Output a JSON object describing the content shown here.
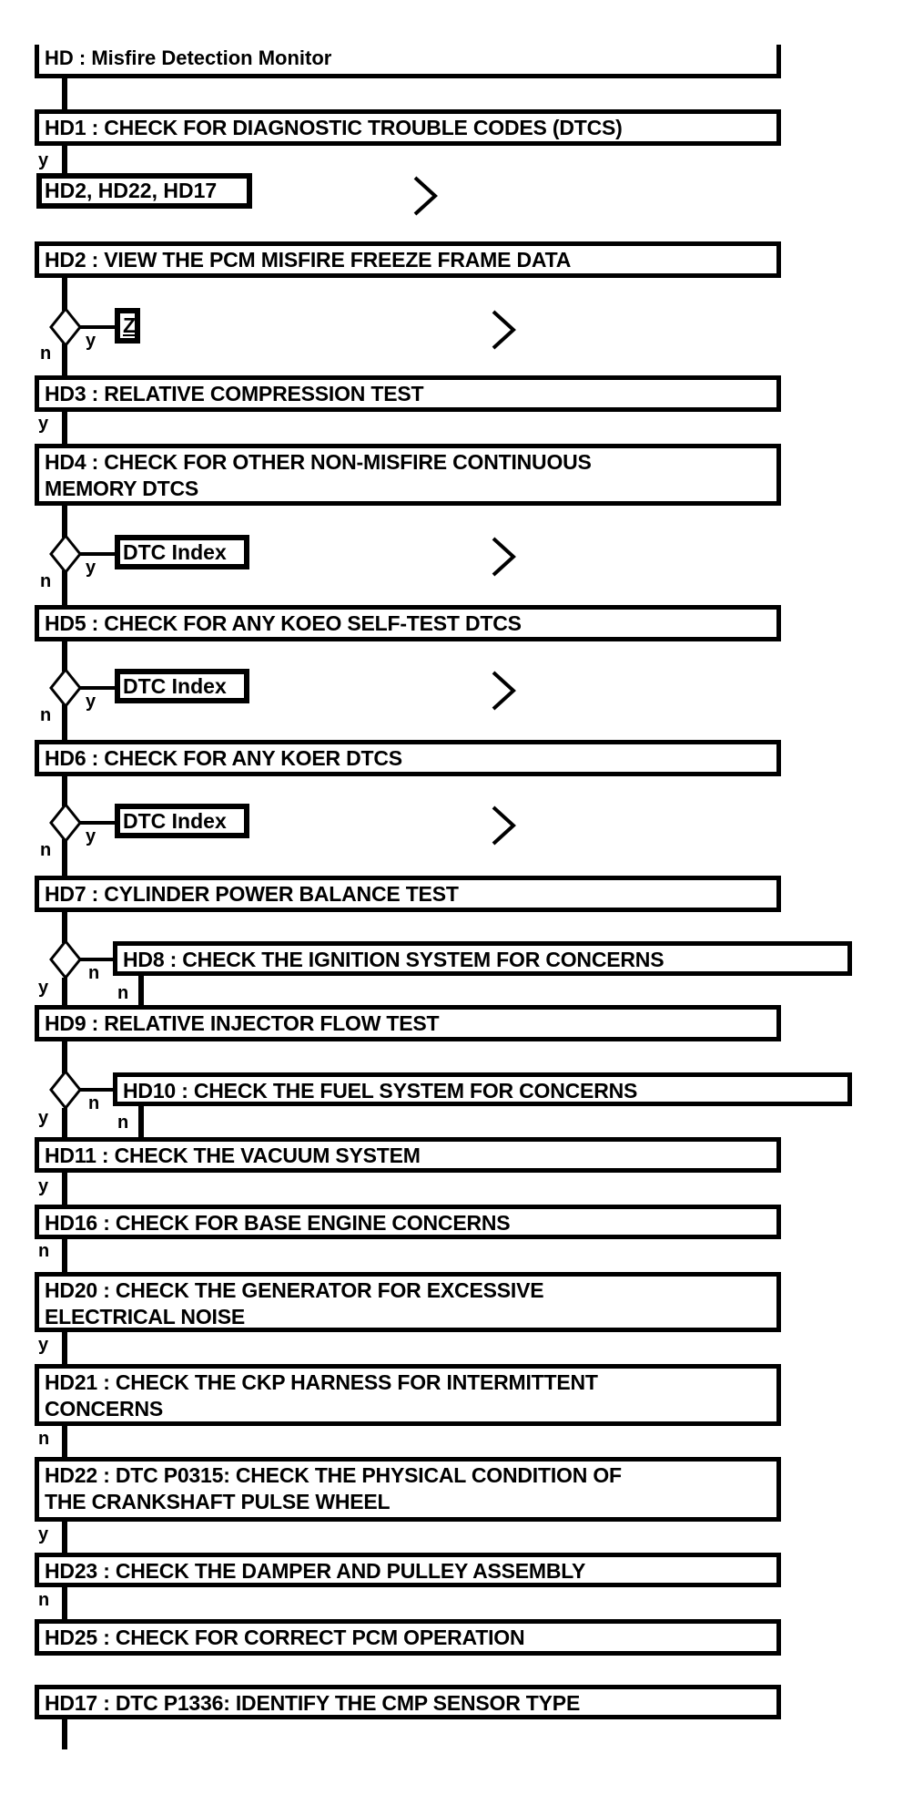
{
  "title": {
    "id": "HD",
    "label": "HD : Misfire Detection Monitor"
  },
  "steps": [
    {
      "id": "HD1",
      "label": "HD1 : CHECK FOR DIAGNOSTIC TROUBLE CODES (DTCS)"
    },
    {
      "id": "HD2",
      "label": "HD2 : VIEW THE PCM MISFIRE FREEZE FRAME DATA"
    },
    {
      "id": "HD3",
      "label": "HD3 : RELATIVE COMPRESSION TEST"
    },
    {
      "id": "HD4",
      "label": "HD4 : CHECK FOR OTHER NON-MISFIRE CONTINUOUS\nMEMORY DTCS"
    },
    {
      "id": "HD5",
      "label": "HD5 : CHECK FOR ANY KOEO SELF-TEST DTCS"
    },
    {
      "id": "HD6",
      "label": "HD6 : CHECK FOR ANY KOER DTCS"
    },
    {
      "id": "HD7",
      "label": "HD7 : CYLINDER POWER BALANCE TEST"
    },
    {
      "id": "HD8",
      "label": "HD8 : CHECK THE IGNITION SYSTEM FOR CONCERNS"
    },
    {
      "id": "HD9",
      "label": "HD9 : RELATIVE INJECTOR FLOW TEST"
    },
    {
      "id": "HD10",
      "label": "HD10 : CHECK THE FUEL SYSTEM FOR CONCERNS"
    },
    {
      "id": "HD11",
      "label": "HD11 : CHECK THE VACUUM SYSTEM"
    },
    {
      "id": "HD16",
      "label": "HD16 : CHECK FOR BASE ENGINE CONCERNS"
    },
    {
      "id": "HD20",
      "label": "HD20 : CHECK THE GENERATOR FOR EXCESSIVE\nELECTRICAL NOISE"
    },
    {
      "id": "HD21",
      "label": "HD21 : CHECK THE CKP HARNESS FOR INTERMITTENT\nCONCERNS"
    },
    {
      "id": "HD22",
      "label": "HD22 : DTC P0315: CHECK THE PHYSICAL CONDITION OF\nTHE CRANKSHAFT PULSE WHEEL"
    },
    {
      "id": "HD23",
      "label": "HD23 : CHECK THE DAMPER AND PULLEY ASSEMBLY"
    },
    {
      "id": "HD25",
      "label": "HD25 : CHECK FOR CORRECT PCM OPERATION"
    },
    {
      "id": "HD17",
      "label": "HD17 : DTC P1336: IDENTIFY THE CMP SENSOR TYPE"
    }
  ],
  "links": {
    "result_box": "HD2, HD22, HD17",
    "z": "Z",
    "dtc_index": "DTC Index"
  },
  "labels": {
    "yes": "y",
    "no": "n"
  },
  "icons": {
    "continuation": "chevron-right-icon",
    "decision": "diamond-connector"
  },
  "colors": {
    "line": "#000000",
    "background": "#ffffff",
    "box_fill": "#ffffff",
    "text": "#000000"
  }
}
